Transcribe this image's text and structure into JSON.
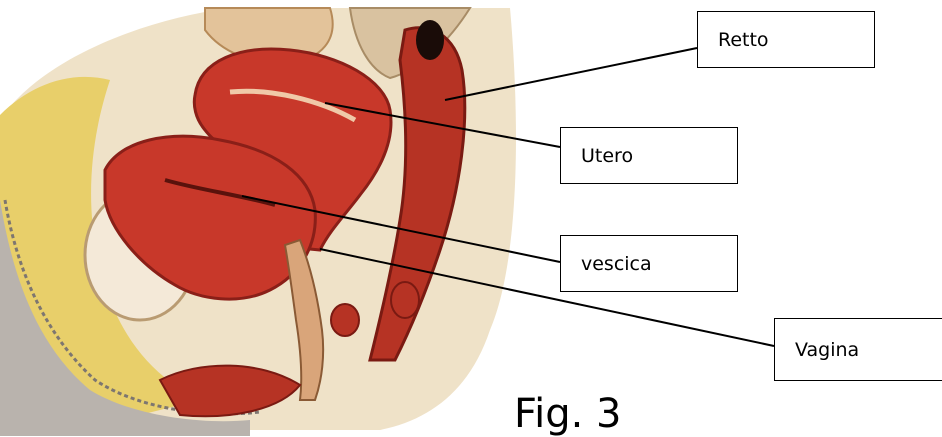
{
  "labels": {
    "retto": "Retto",
    "utero": "Utero",
    "vescica": "vescica",
    "vagina": "Vagina"
  },
  "caption": "Fig. 3",
  "colors": {
    "muscle_red": "#c8382a",
    "tissue_dark": "#8a1f18",
    "peritoneum_tan": "#e7d3b0",
    "fat_yellow": "#e8cf6a",
    "bladder_pale": "#f2e2cc",
    "skin_gray": "#b9b3ad",
    "leader_line": "#000000"
  }
}
